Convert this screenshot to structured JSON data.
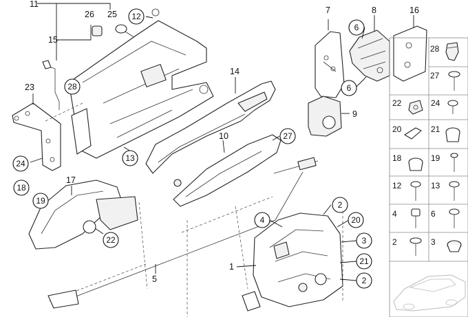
{
  "callouts_plain": [
    {
      "id": "p11",
      "text": "11"
    },
    {
      "id": "p26",
      "text": "26"
    },
    {
      "id": "p25",
      "text": "25"
    },
    {
      "id": "p15",
      "text": "15"
    },
    {
      "id": "p23",
      "text": "23"
    },
    {
      "id": "p14",
      "text": "14"
    },
    {
      "id": "p7",
      "text": "7"
    },
    {
      "id": "p8",
      "text": "8"
    },
    {
      "id": "p16",
      "text": "16"
    },
    {
      "id": "p9",
      "text": "9"
    },
    {
      "id": "p10",
      "text": "10"
    },
    {
      "id": "p17",
      "text": "17"
    },
    {
      "id": "p5",
      "text": "5"
    },
    {
      "id": "p1",
      "text": "1"
    }
  ],
  "callouts_circled": [
    {
      "id": "c12",
      "text": "12"
    },
    {
      "id": "c28",
      "text": "28"
    },
    {
      "id": "c24",
      "text": "24"
    },
    {
      "id": "c13",
      "text": "13"
    },
    {
      "id": "c6a",
      "text": "6"
    },
    {
      "id": "c6b",
      "text": "6"
    },
    {
      "id": "c27",
      "text": "27"
    },
    {
      "id": "c18",
      "text": "18"
    },
    {
      "id": "c19",
      "text": "19"
    },
    {
      "id": "c22",
      "text": "22"
    },
    {
      "id": "c4",
      "text": "4"
    },
    {
      "id": "c2a",
      "text": "2"
    },
    {
      "id": "c20",
      "text": "20"
    },
    {
      "id": "c3",
      "text": "3"
    },
    {
      "id": "c21",
      "text": "21"
    },
    {
      "id": "c2b",
      "text": "2"
    }
  ],
  "parts_grid": [
    {
      "id": "g28",
      "text": "28"
    },
    {
      "id": "g27",
      "text": "27"
    },
    {
      "id": "g22",
      "text": "22"
    },
    {
      "id": "g24",
      "text": "24"
    },
    {
      "id": "g20",
      "text": "20"
    },
    {
      "id": "g21",
      "text": "21"
    },
    {
      "id": "g18",
      "text": "18"
    },
    {
      "id": "g19",
      "text": "19"
    },
    {
      "id": "g12",
      "text": "12"
    },
    {
      "id": "g13",
      "text": "13"
    },
    {
      "id": "g4",
      "text": "4"
    },
    {
      "id": "g6",
      "text": "6"
    },
    {
      "id": "g2",
      "text": "2"
    },
    {
      "id": "g3",
      "text": "3"
    }
  ]
}
